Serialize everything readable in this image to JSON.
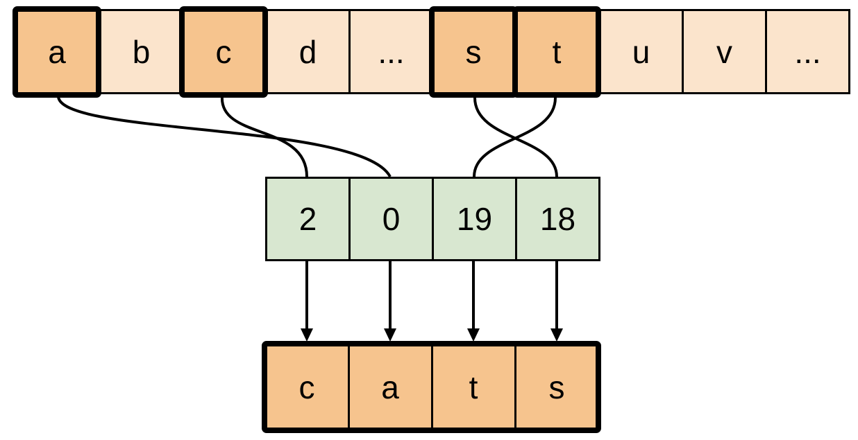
{
  "diagram": {
    "description": "Mapping from alphabet letters through numeric indices to the output word",
    "alphabet_row": {
      "cells": [
        {
          "label": "a",
          "highlighted": true
        },
        {
          "label": "b",
          "highlighted": false
        },
        {
          "label": "c",
          "highlighted": true
        },
        {
          "label": "d",
          "highlighted": false
        },
        {
          "label": "...",
          "highlighted": false
        },
        {
          "label": "s",
          "highlighted": true
        },
        {
          "label": "t",
          "highlighted": true
        },
        {
          "label": "u",
          "highlighted": false
        },
        {
          "label": "v",
          "highlighted": false
        },
        {
          "label": "...",
          "highlighted": false
        }
      ]
    },
    "index_row": {
      "cells": [
        {
          "value": "2"
        },
        {
          "value": "0"
        },
        {
          "value": "19"
        },
        {
          "value": "18"
        }
      ]
    },
    "output_row": {
      "cells": [
        {
          "label": "c"
        },
        {
          "label": "a"
        },
        {
          "label": "t"
        },
        {
          "label": "s"
        }
      ]
    },
    "connections": [
      {
        "from_letter": "a",
        "to_index_value": "0"
      },
      {
        "from_letter": "c",
        "to_index_value": "2"
      },
      {
        "from_letter": "s",
        "to_index_value": "18"
      },
      {
        "from_letter": "t",
        "to_index_value": "19"
      }
    ],
    "colors": {
      "highlight_fill": "#F6C48E",
      "plain_fill": "#FBE4CC",
      "index_fill": "#D8E7D0",
      "stroke": "#000000"
    }
  }
}
